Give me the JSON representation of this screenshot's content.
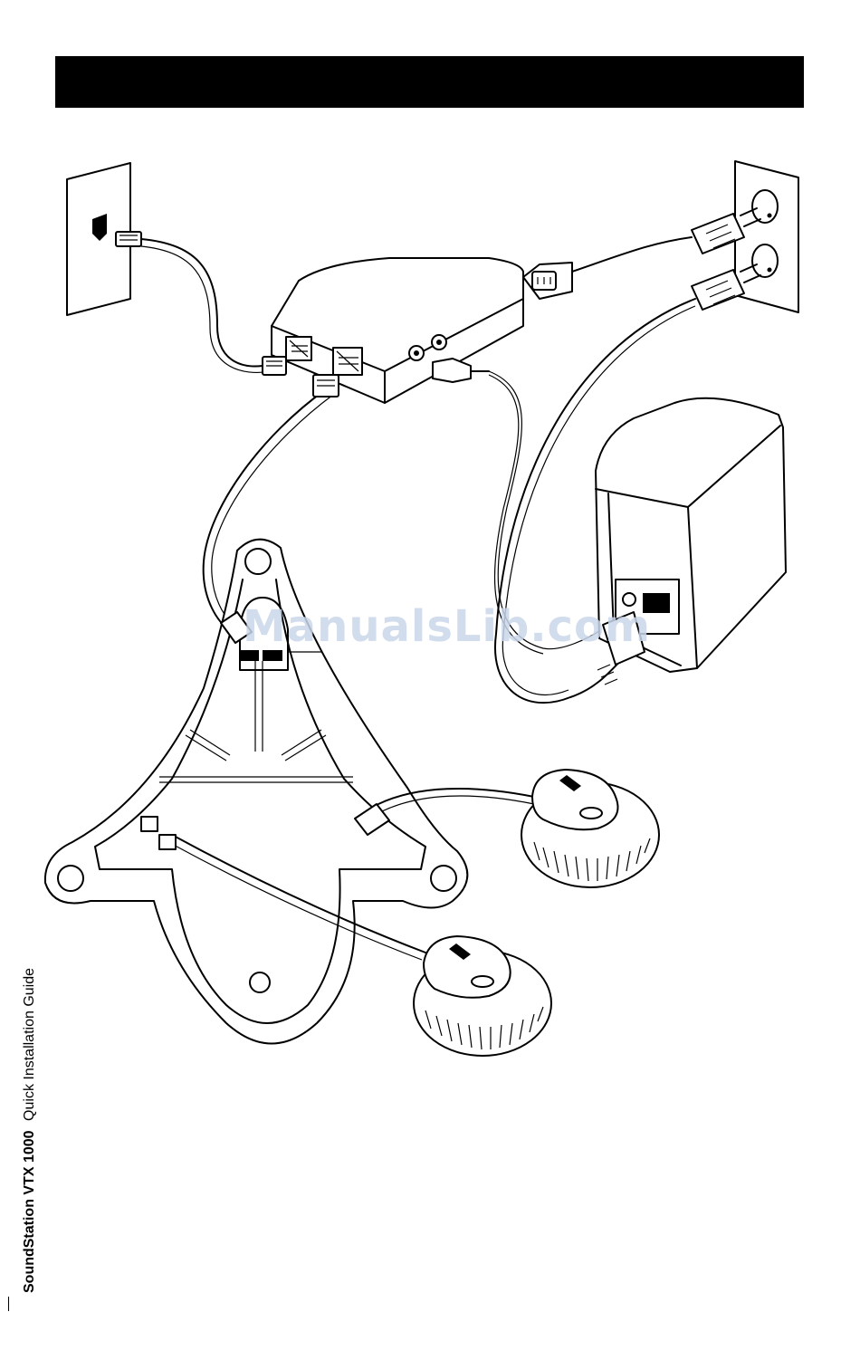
{
  "watermark": "ManualsLib.com",
  "footer": {
    "product": "SoundStation VTX 1000",
    "guide": "Quick Installation Guide"
  },
  "icons": [
    "phone-jack-icon",
    "polycom-logo-icon"
  ]
}
